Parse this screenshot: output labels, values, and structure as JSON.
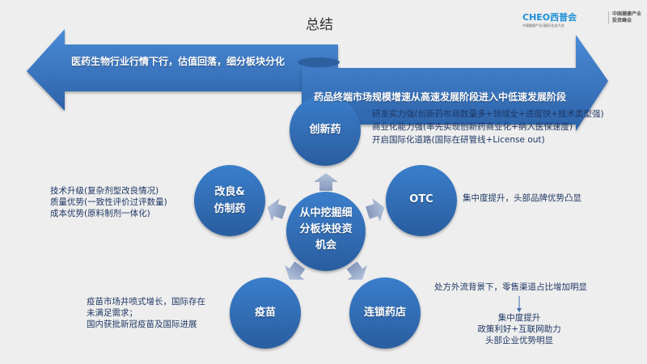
{
  "slide": {
    "title": "总结",
    "logo": {
      "brand": "CHEO西普会",
      "sub": "中国健康产业(国际)生态大会",
      "partner": "中国健康产业 投资峰会"
    },
    "colors": {
      "circle": "#2f6db5",
      "arrow": "#3a78c2",
      "small_arrow": "#9aaccc",
      "text": "#1f3864"
    },
    "big_arrows": {
      "left": "医药生物行业行情下行，估值回落，细分板块分化",
      "right": "药品终端市场规模增速从高速发展阶段进入中低速发展阶段"
    },
    "center": {
      "lines": [
        "从中挖掘细",
        "分板块投资",
        "机会"
      ]
    },
    "nodes": {
      "innovative": {
        "label": "创新药",
        "notes": [
          "研发实力强(创新药布局数量多+领域全+进度快+技术类型强)",
          "商业化能力强(率先实现创新药商业化+纳入医保速度)",
          "开启国际化道路(国际在研管线+License out)"
        ]
      },
      "improved": {
        "label_lines": [
          "改良&",
          "仿制药"
        ],
        "notes": [
          "技术升级(复杂剂型改良情况)",
          "质量优势(一致性评价过评数量)",
          "成本优势(原料制剂一体化)"
        ]
      },
      "otc": {
        "label": "OTC",
        "notes": [
          "集中度提升，头部品牌优势凸显"
        ]
      },
      "vaccine": {
        "label": "疫苗",
        "notes": [
          "疫苗市场井喷式增长，国际存在",
          "未满足需求；",
          "国内获批新冠疫苗及国际进展"
        ]
      },
      "pharmacy": {
        "label": "连锁药店",
        "top_note": "处方外流背景下，零售渠道占比增加明显",
        "notes": [
          "集中度提升",
          "政策利好+互联网助力",
          "头部企业优势明显"
        ]
      }
    }
  }
}
